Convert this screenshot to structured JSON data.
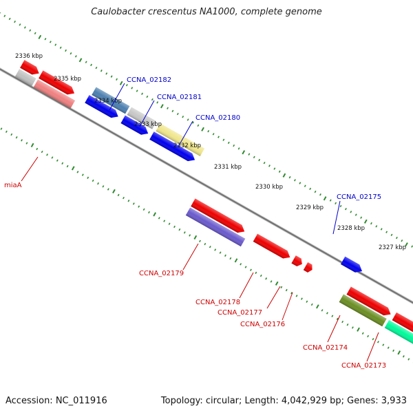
{
  "title": "Caulobacter crescentus NA1000, complete genome",
  "footer": {
    "accession": "Accession: NC_011916",
    "topology": "Topology: circular; Length: 4,042,929 bp; Genes: 3,933"
  },
  "colors": {
    "backbone": "#808080",
    "tick": "#2e8b2e",
    "forward_label": "#0000cc",
    "reverse_label": "#cc0000"
  },
  "scale_labels": [
    "2336 kbp",
    "2335 kbp",
    "2334 kbp",
    "2333 kbp",
    "2332 kbp",
    "2331 kbp",
    "2330 kbp",
    "2329 kbp",
    "2328 kbp",
    "2327 kbp"
  ],
  "forward_labels": [
    "CCNA_02182",
    "CCNA_02181",
    "CCNA_02180",
    "CCNA_02175"
  ],
  "reverse_labels": [
    "miaA",
    "CCNA_02179",
    "CCNA_02178",
    "CCNA_02177",
    "CCNA_02176",
    "CCNA_02174",
    "CCNA_02173"
  ]
}
